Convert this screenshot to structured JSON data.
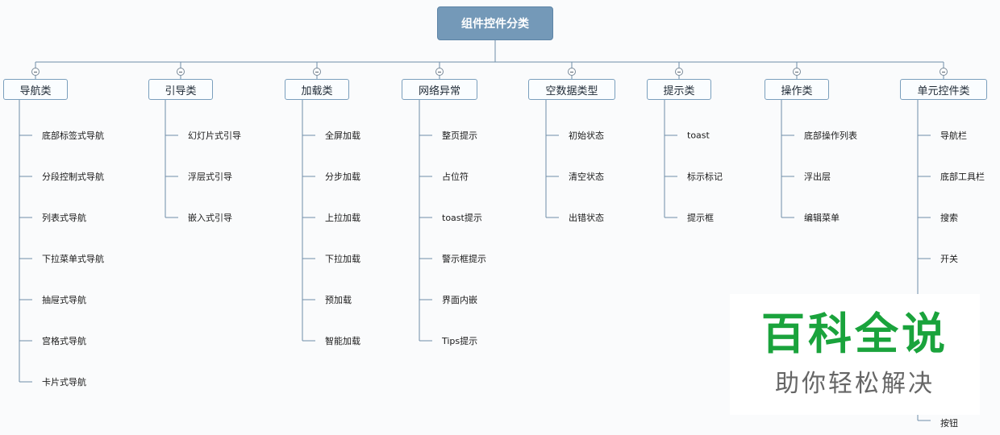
{
  "root": {
    "label": "组件控件分类"
  },
  "categories": [
    {
      "label": "导航类",
      "items": [
        "底部标签式导航",
        "分段控制式导航",
        "列表式导航",
        "下拉菜单式导航",
        "抽屉式导航",
        "宫格式导航",
        "卡片式导航"
      ]
    },
    {
      "label": "引导类",
      "items": [
        "幻灯片式引导",
        "浮层式引导",
        "嵌入式引导"
      ]
    },
    {
      "label": "加载类",
      "items": [
        "全屏加载",
        "分步加载",
        "上拉加载",
        "下拉加载",
        "预加载",
        "智能加载"
      ]
    },
    {
      "label": "网络异常",
      "items": [
        "整页提示",
        "占位符",
        "toast提示",
        "警示框提示",
        "界面内嵌",
        "Tips提示"
      ]
    },
    {
      "label": "空数据类型",
      "items": [
        "初始状态",
        "清空状态",
        "出错状态"
      ]
    },
    {
      "label": "提示类",
      "items": [
        "toast",
        "标示标记",
        "提示框"
      ]
    },
    {
      "label": "操作类",
      "items": [
        "底部操作列表",
        "浮出层",
        "编辑菜单"
      ]
    },
    {
      "label": "单元控件类",
      "items": [
        "导航栏",
        "底部工具栏",
        "搜索",
        "开关",
        "按钮"
      ]
    }
  ],
  "watermark": {
    "title": "百科全说",
    "subtitle": "助你轻松解决"
  },
  "colors": {
    "root_fill": "#7499b8",
    "connector": "#6f8ea8",
    "node_border": "#7a9fbd",
    "watermark_green": "#1aa33c"
  }
}
